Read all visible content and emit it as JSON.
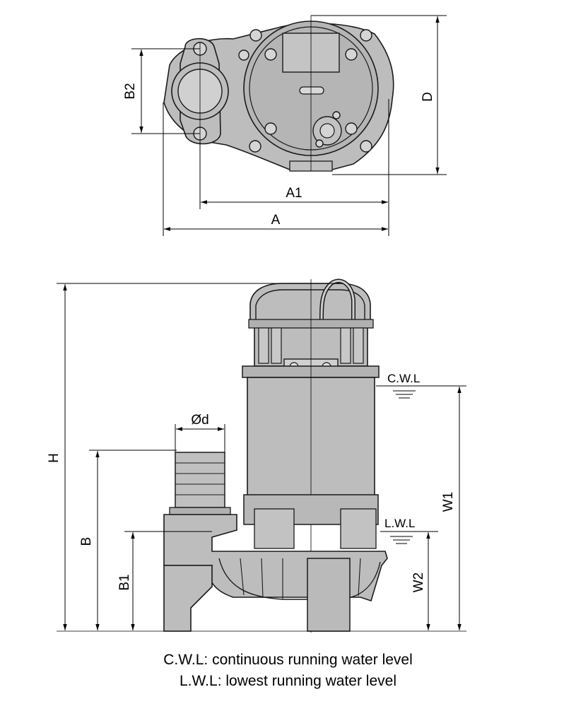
{
  "dimension_labels": {
    "A": "A",
    "A1": "A1",
    "B2": "B2",
    "D": "D",
    "H": "H",
    "B": "B",
    "B1": "B1",
    "Od": "Ød",
    "W1": "W1",
    "W2": "W2"
  },
  "water_levels": {
    "cwl": "C.W.L",
    "lwl": "L.W.L"
  },
  "legend": {
    "line1": "C.W.L: continuous running water level",
    "line2": "L.W.L: lowest running water level"
  }
}
